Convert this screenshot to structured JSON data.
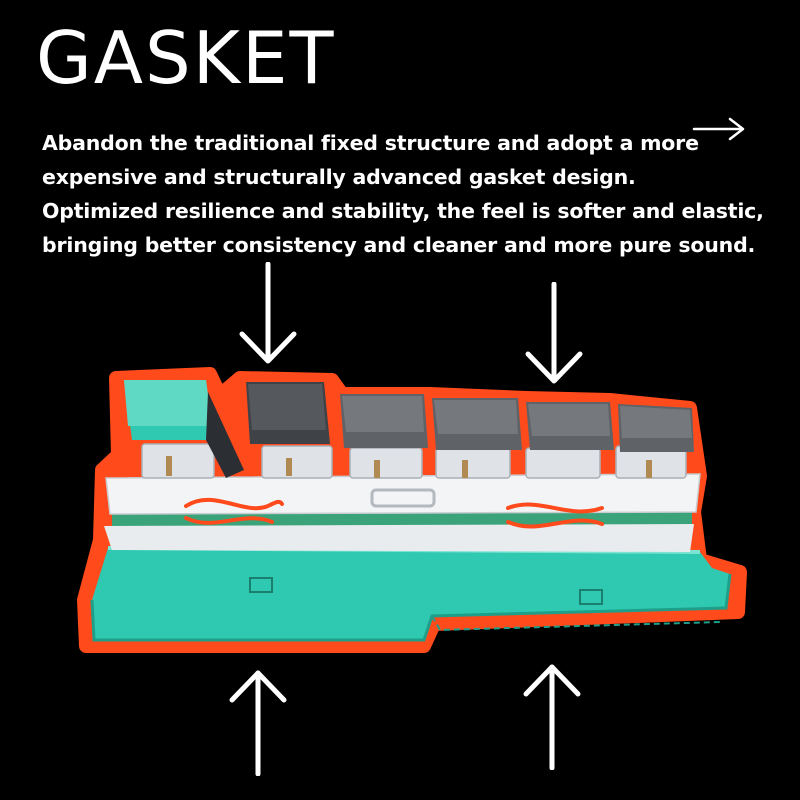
{
  "title": "GASKET",
  "description": {
    "lines": [
      "Abandon the traditional fixed structure and adopt a more",
      "expensive and structurally advanced gasket design.",
      "Optimized resilience and stability, the feel is softer and elastic,",
      "bringing better consistency and cleaner and more pure sound."
    ]
  },
  "icons": {
    "right_arrow": "arrow-right-icon",
    "down_arrows": [
      "arrow-down-icon",
      "arrow-down-icon"
    ],
    "up_arrows": [
      "arrow-up-icon",
      "arrow-up-icon"
    ]
  },
  "illustration": {
    "subject": "keyboard-gasket-cross-section",
    "colors": {
      "case_teal": "#2ec9b0",
      "case_teal_dark": "#1f9e89",
      "outline_orange": "#ff4a1c",
      "keycap_dark": "#4a4d52",
      "keycap_mid": "#6b6e73",
      "plate_white": "#e9ecef",
      "pcb_green": "#3aa37a"
    }
  }
}
